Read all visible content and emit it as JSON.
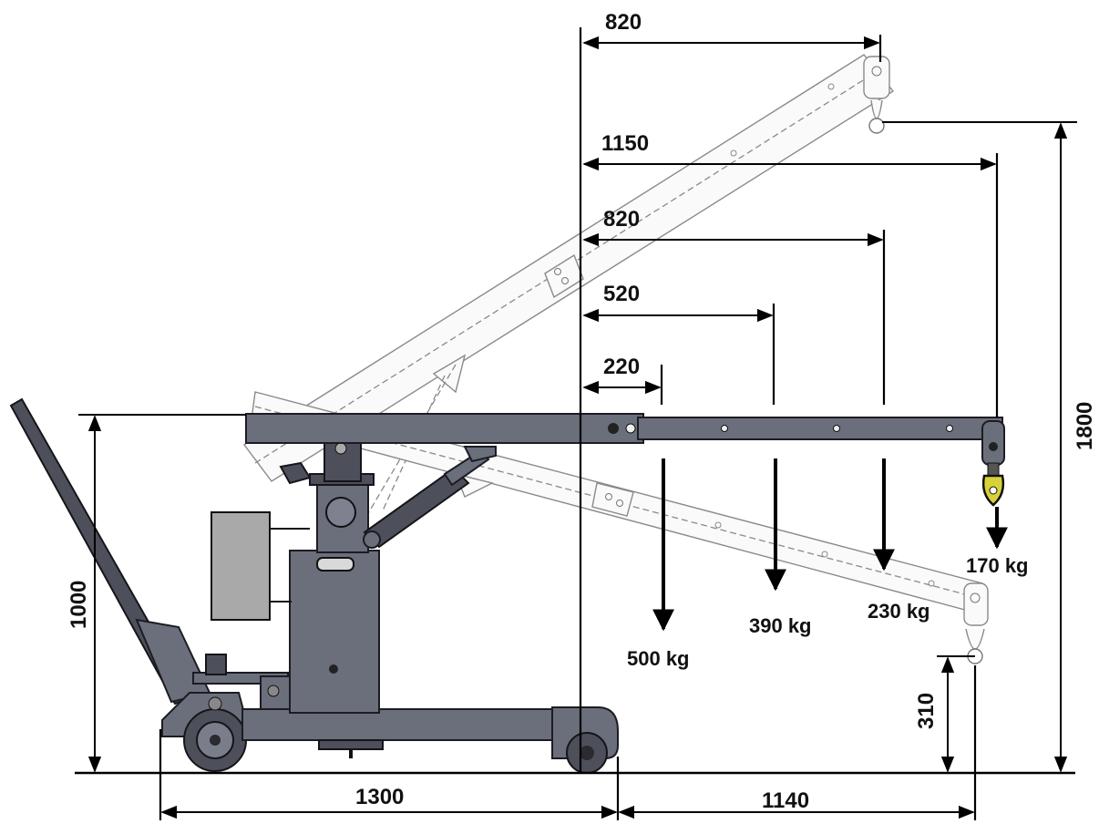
{
  "diagram": {
    "dimensions": {
      "reach_top": "820",
      "reach_1150": "1150",
      "reach_820": "820",
      "reach_520": "520",
      "reach_220": "220",
      "height_1800": "1800",
      "height_1000": "1000",
      "height_310": "310",
      "base_1300": "1300",
      "overhang_1140": "1140"
    },
    "loads": {
      "load_220": "500 kg",
      "load_520": "390 kg",
      "load_820": "230 kg",
      "load_1150": "170 kg"
    },
    "colors": {
      "crane_body": "#6b6f7c",
      "crane_dark": "#4d505b",
      "hook_accent": "#d8d23a",
      "ghost_outline": "#8a8a8a"
    }
  }
}
